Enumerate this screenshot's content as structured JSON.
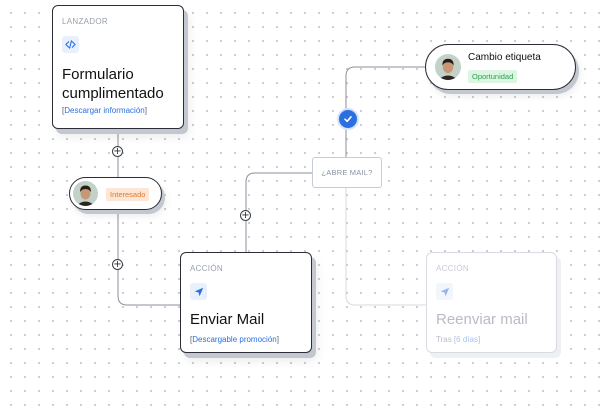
{
  "trigger_card": {
    "label": "LANZADOR",
    "icon": "code-icon",
    "title": "Formulario cumplimentado",
    "link_text": "Descargar información"
  },
  "tag_node": {
    "avatar": "person-avatar",
    "tag": "Interesado"
  },
  "condition_node": {
    "label": "¿ABRE MAIL?"
  },
  "update_node": {
    "avatar": "person-avatar",
    "title": "Cambio etiqueta",
    "tag": "Oportunidad"
  },
  "action_card_main": {
    "label": "ACCIÓN",
    "icon": "send-icon",
    "title": "Enviar Mail",
    "link_text": "Descargable promoción"
  },
  "action_card_secondary": {
    "label": "ACCIÓN",
    "icon": "send-icon",
    "title": "Reenviar mail",
    "prefix": "Tras",
    "link_text": "6 días"
  },
  "colors": {
    "accent": "#2b6fe0",
    "tag_orange": "#e0772e",
    "tag_green": "#2f9e4f",
    "connector": "#8b8f98",
    "connector_inactive": "#d5d9df"
  }
}
